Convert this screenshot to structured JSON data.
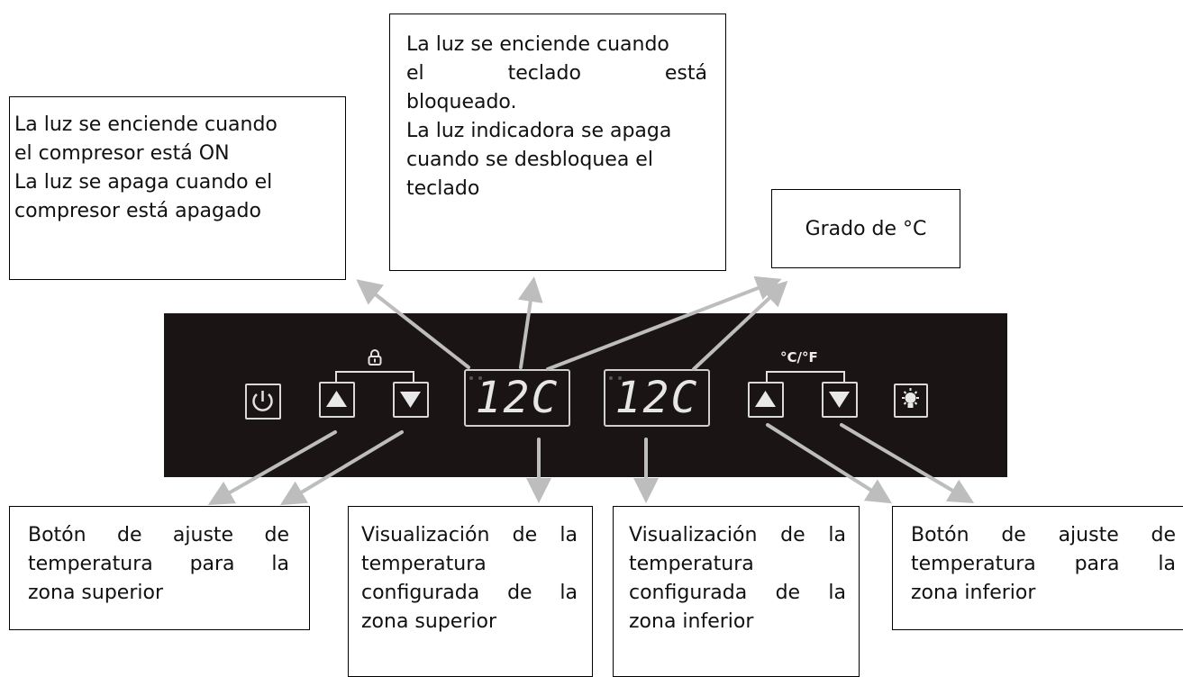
{
  "callouts": {
    "compressor_light": {
      "lines": [
        "La luz se enciende cuando",
        "el compresor está ON",
        "La luz se apaga cuando el",
        "compresor está apagado"
      ]
    },
    "lock_light": {
      "lines": [
        "La luz se enciende cuando",
        "el teclado está",
        "bloqueado.",
        "La luz indicadora se apaga",
        "cuando se desbloquea el",
        "teclado"
      ]
    },
    "celsius": {
      "text": "Grado de °C"
    },
    "upper_adjust": {
      "lines": [
        "Botón de ajuste de",
        "temperatura para la",
        "zona superior"
      ]
    },
    "upper_display": {
      "lines": [
        "Visualización de la",
        "temperatura",
        "configurada de la",
        "zona superior"
      ]
    },
    "lower_display": {
      "lines": [
        "Visualización de la",
        "temperatura",
        "configurada de la",
        "zona inferior"
      ]
    },
    "lower_adjust": {
      "lines": [
        "Botón de ajuste de",
        "temperatura para la",
        "zona inferior"
      ]
    }
  },
  "panel": {
    "upper_display": "12C",
    "lower_display": "12C",
    "unit_toggle_label": "°C/°F",
    "colors": {
      "panel_bg": "#1b1414",
      "key_border": "#d9d9d9",
      "arrow": "#bdbdbd"
    }
  }
}
